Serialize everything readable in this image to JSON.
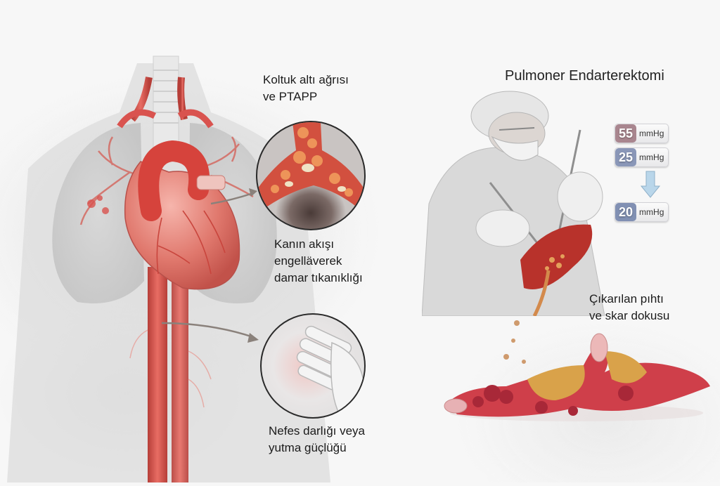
{
  "left_panel": {
    "labels": {
      "armpit_pain": [
        "Koltuk altı ağrısı",
        "ve PTAPP"
      ],
      "blood_flow": [
        "Kanın akışı",
        "engelläverek",
        "damar tıkanıklığı"
      ],
      "breathing": [
        "Nefes darlığı veya",
        "yutma güçlüğü"
      ]
    }
  },
  "right_panel": {
    "title": "Pulmoner Endarterektomi",
    "pressures": [
      {
        "value": "55",
        "unit": "mmHg",
        "color": "#a9868f"
      },
      {
        "value": "25",
        "unit": "mmHg",
        "color": "#8a97b8"
      },
      {
        "value": "20",
        "unit": "mmHg",
        "color": "#8190b3"
      }
    ],
    "arrow_color": "#b9d6ea",
    "removed_label": [
      "Çıkarılan pıhtı",
      "ve skar dokusu"
    ]
  },
  "colors": {
    "artery": "#d9534f",
    "artery_dark": "#b33a36",
    "heart": "#e88a80",
    "tissue_bg": "#d8d8d8",
    "clot": "#c9404a",
    "clot_yellow": "#d9a24a"
  }
}
